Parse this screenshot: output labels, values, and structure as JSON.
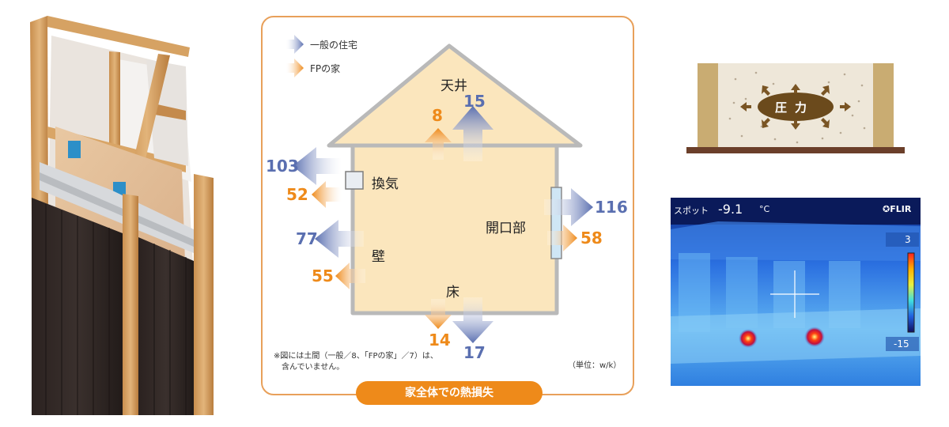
{
  "legend": {
    "general_house": "一般の住宅",
    "fp_house": "FPの家"
  },
  "areas": {
    "ceiling": "天井",
    "ventilation": "換気",
    "wall": "壁",
    "openings": "開口部",
    "floor": "床"
  },
  "chart_data": {
    "type": "diagram",
    "unit": "（単位：w/k）",
    "series": [
      {
        "name": "一般の住宅",
        "color": "#5a6fb0"
      },
      {
        "name": "FPの家",
        "color": "#ee8a1a"
      }
    ],
    "values": {
      "ceiling": {
        "general": "15",
        "fp": "8"
      },
      "ventilation": {
        "general": "103",
        "fp": "52"
      },
      "wall": {
        "general": "77",
        "fp": "55"
      },
      "openings": {
        "general": "116",
        "fp": "58"
      },
      "floor": {
        "general": "17",
        "fp": "14"
      }
    }
  },
  "note": {
    "line1": "※図には土間（一般／8、「FPの家」／7）は、",
    "line2": "含んでいません。"
  },
  "footer_title": "家全体での熱損失",
  "pressure": {
    "label": "圧力"
  },
  "thermal": {
    "spot_label": "スポット",
    "spot_value": "-9.1",
    "unit": "°C",
    "brand": "FLIR",
    "scale_max": "3",
    "scale_min": "-15"
  },
  "colors": {
    "general_blue": "#5a6fb0",
    "fp_orange": "#ee8a1a",
    "house_fill": "#fbe6bd",
    "house_outline": "#b9b9b9",
    "panel_border": "#e8a05a"
  }
}
